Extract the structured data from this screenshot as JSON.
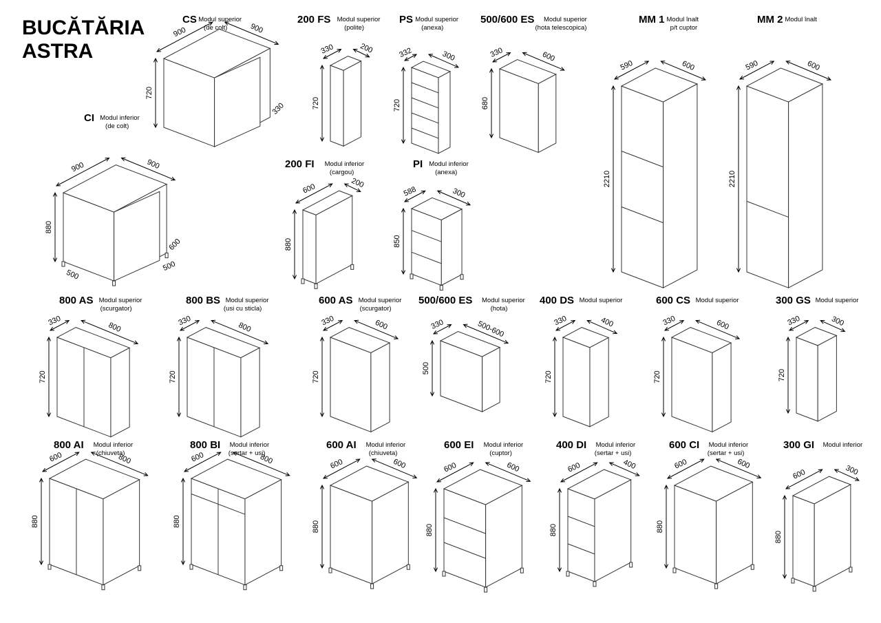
{
  "page_title": [
    "BUCĂTĂRIA",
    "ASTRA"
  ],
  "modules": [
    {
      "id": "cs",
      "code": "CS",
      "sub": [
        "Modul superior",
        "(de colt)"
      ],
      "dims": {
        "w": "900",
        "d": "900",
        "h": "720",
        "x": "330"
      }
    },
    {
      "id": "200fs",
      "code": "200 FS",
      "sub": [
        "Modul superior",
        "(polite)"
      ],
      "dims": {
        "w": "200",
        "d": "330",
        "h": "720"
      }
    },
    {
      "id": "ps",
      "code": "PS",
      "sub": [
        "Modul superior",
        "(anexa)"
      ],
      "dims": {
        "w": "300",
        "d": "332",
        "h": "720"
      }
    },
    {
      "id": "500600es-top",
      "code": "500/600 ES",
      "sub": [
        "Modul superior",
        "(hota telescopica)"
      ],
      "dims": {
        "w": "600",
        "d": "330",
        "h": "680"
      }
    },
    {
      "id": "mm1",
      "code": "MM 1",
      "sub": [
        "Modul înalt",
        "p/t cuptor"
      ],
      "dims": {
        "w": "600",
        "d": "590",
        "h": "2210"
      }
    },
    {
      "id": "mm2",
      "code": "MM 2",
      "sub": [
        "Modul înalt"
      ],
      "dims": {
        "w": "600",
        "d": "590",
        "h": "2210"
      }
    },
    {
      "id": "ci-corner",
      "code": "CI",
      "sub": [
        "Modul inferior",
        "(de colt)"
      ],
      "dims": {
        "w": "900",
        "d": "900",
        "h": "880",
        "x": "600",
        "y": "500",
        "z": "500"
      }
    },
    {
      "id": "200fi",
      "code": "200 FI",
      "sub": [
        "Modul inferior",
        "(cargou)"
      ],
      "dims": {
        "w": "200",
        "d": "600",
        "h": "880"
      }
    },
    {
      "id": "pi",
      "code": "PI",
      "sub": [
        "Modul inferior",
        "(anexa)"
      ],
      "dims": {
        "w": "300",
        "d": "588",
        "h": "850"
      }
    },
    {
      "id": "800as",
      "code": "800 AS",
      "sub": [
        "Modul superior",
        "(scurgator)"
      ],
      "dims": {
        "w": "800",
        "d": "330",
        "h": "720"
      }
    },
    {
      "id": "800bs",
      "code": "800 BS",
      "sub": [
        "Modul superior",
        "(usi cu sticla)"
      ],
      "dims": {
        "w": "800",
        "d": "330",
        "h": "720"
      }
    },
    {
      "id": "600as",
      "code": "600 AS",
      "sub": [
        "Modul superior",
        "(scurgator)"
      ],
      "dims": {
        "w": "600",
        "d": "330",
        "h": "720"
      }
    },
    {
      "id": "500600es-mid",
      "code": "500/600 ES",
      "sub": [
        "Modul superior",
        "(hota)"
      ],
      "dims": {
        "w": "500-600",
        "d": "330",
        "h": "500"
      }
    },
    {
      "id": "400ds",
      "code": "400 DS",
      "sub": [
        "Modul superior"
      ],
      "dims": {
        "w": "400",
        "d": "330",
        "h": "720"
      }
    },
    {
      "id": "600cs",
      "code": "600 CS",
      "sub": [
        "Modul superior"
      ],
      "dims": {
        "w": "600",
        "d": "330",
        "h": "720"
      }
    },
    {
      "id": "300gs",
      "code": "300 GS",
      "sub": [
        "Modul superior"
      ],
      "dims": {
        "w": "300",
        "d": "330",
        "h": "720"
      }
    },
    {
      "id": "800ai",
      "code": "800 AI",
      "sub": [
        "Modul inferior",
        "(chiuveta)"
      ],
      "dims": {
        "w": "800",
        "d": "600",
        "h": "880"
      }
    },
    {
      "id": "800bi",
      "code": "800 BI",
      "sub": [
        "Modul inferior",
        "(sertar + usi)"
      ],
      "dims": {
        "w": "800",
        "d": "600",
        "h": "880"
      }
    },
    {
      "id": "600ai",
      "code": "600 AI",
      "sub": [
        "Modul inferior",
        "(chiuveta)"
      ],
      "dims": {
        "w": "600",
        "d": "600",
        "h": "880"
      }
    },
    {
      "id": "600ei",
      "code": "600 EI",
      "sub": [
        "Modul inferior",
        "(cuptor)"
      ],
      "dims": {
        "w": "600",
        "d": "600",
        "h": "880"
      }
    },
    {
      "id": "400di",
      "code": "400 DI",
      "sub": [
        "Modul inferior",
        "(sertar + usi)"
      ],
      "dims": {
        "w": "400",
        "d": "600",
        "h": "880"
      }
    },
    {
      "id": "600ci",
      "code": "600 CI",
      "sub": [
        "Modul inferior",
        "(sertar + usi)"
      ],
      "dims": {
        "w": "600",
        "d": "600",
        "h": "880"
      }
    },
    {
      "id": "300gi",
      "code": "300 GI",
      "sub": [
        "Modul inferior"
      ],
      "dims": {
        "w": "300",
        "d": "600",
        "h": "880"
      }
    }
  ]
}
